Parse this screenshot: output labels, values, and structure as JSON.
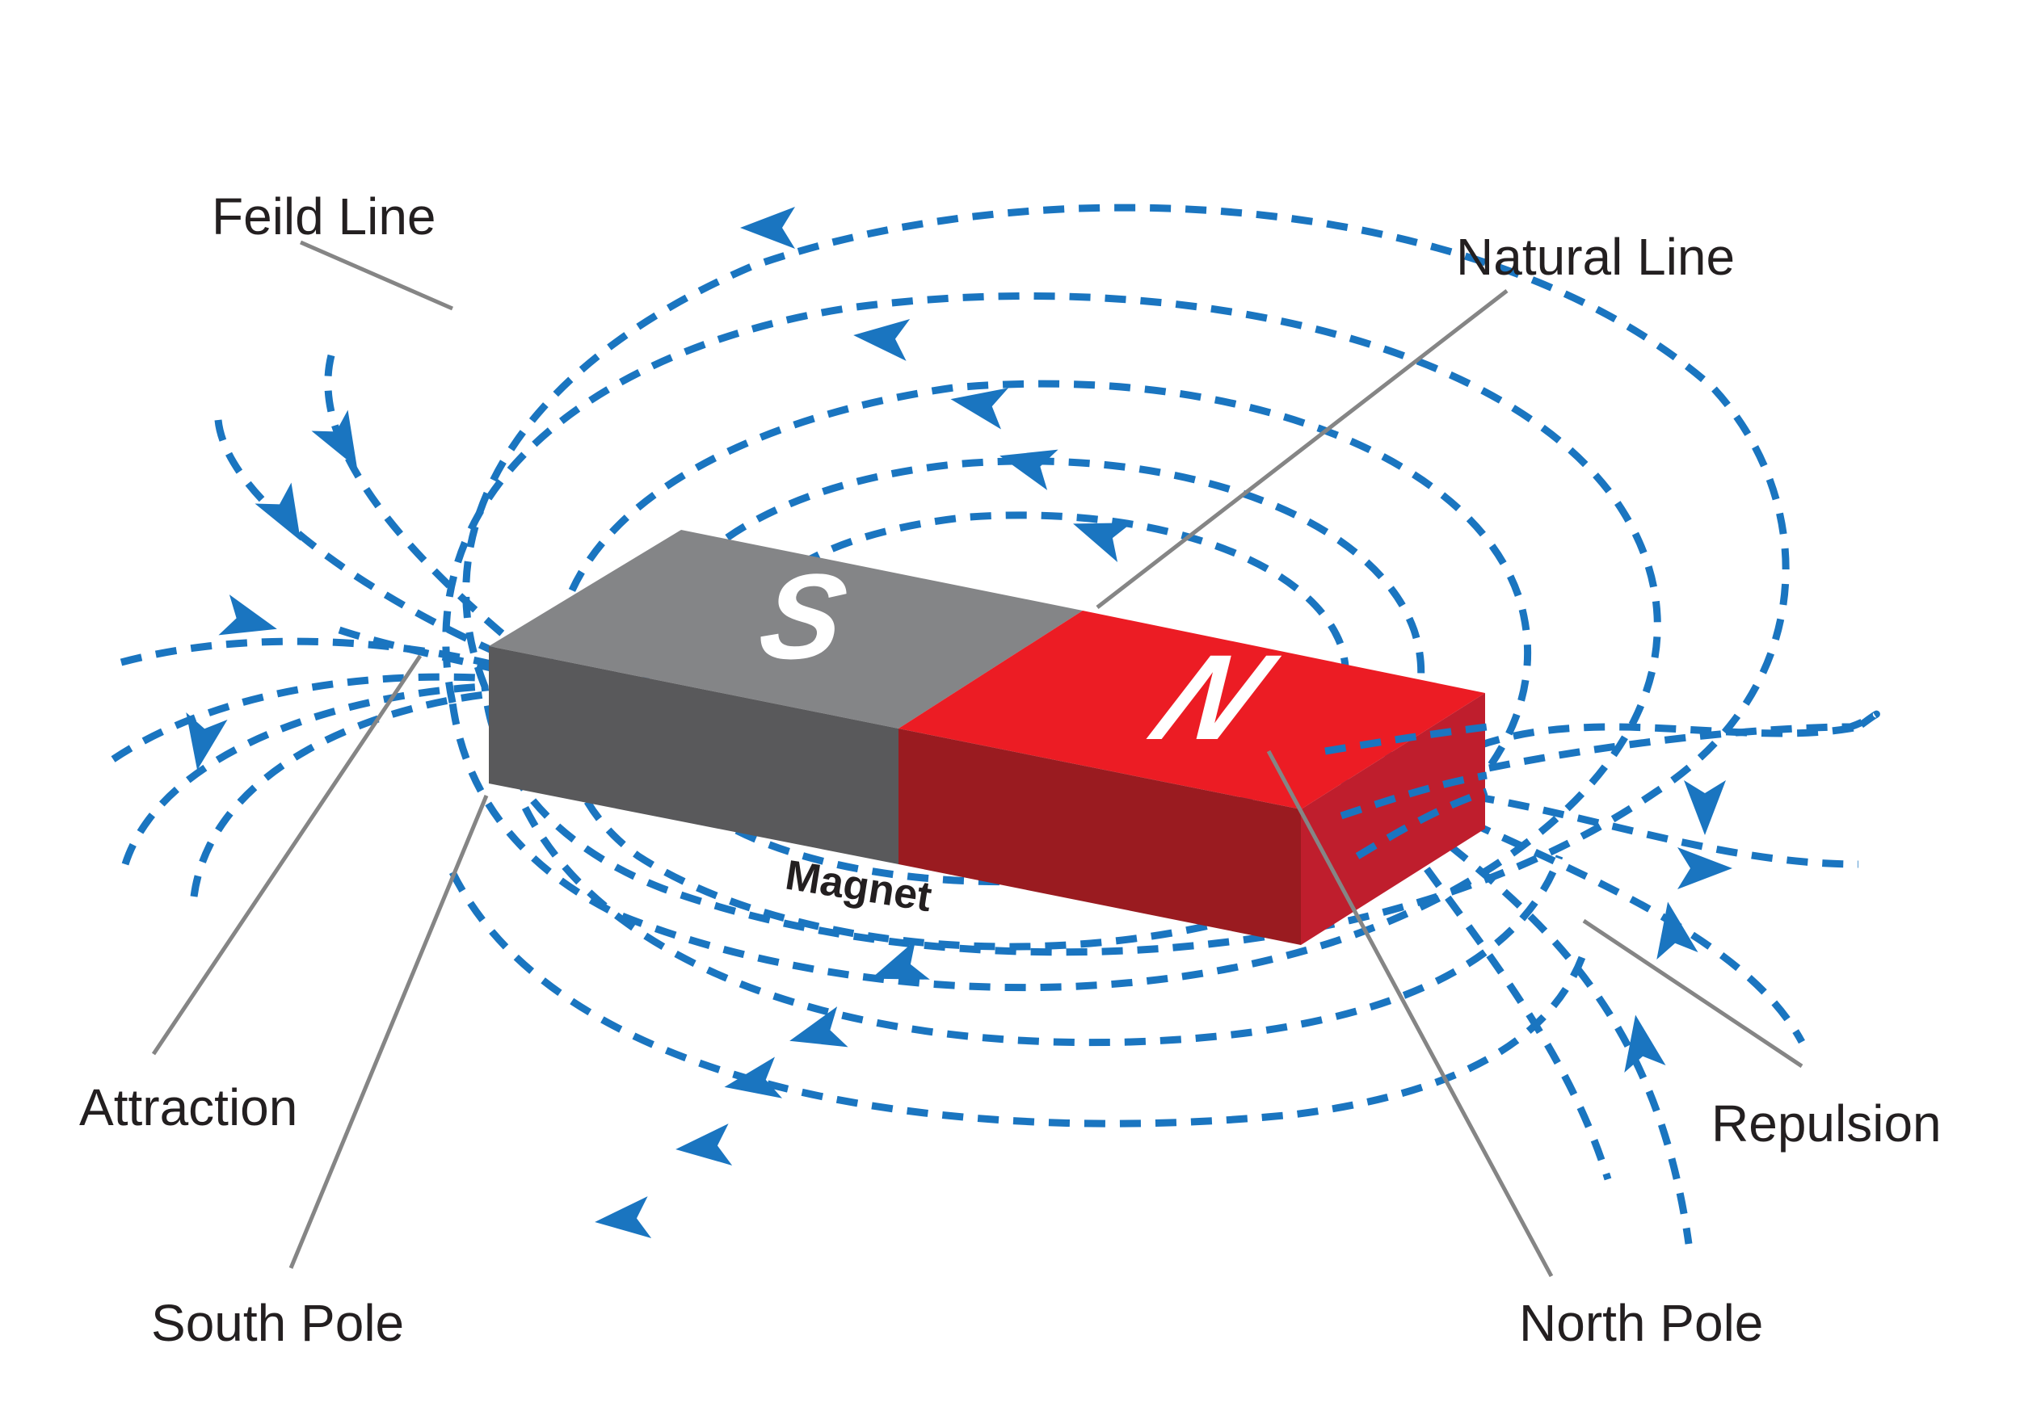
{
  "labels": {
    "field_line": "Feild Line",
    "natural_line": "Natural Line",
    "attraction": "Attraction",
    "south_pole": "South Pole",
    "north_pole": "North Pole",
    "repulsion": "Repulsion",
    "magnet": "Magnet"
  },
  "magnet": {
    "south_letter": "S",
    "north_letter": "N"
  },
  "colors": {
    "field_line": "#1a75c0",
    "leader_line": "#858585",
    "south_top": "#848587",
    "south_front": "#59595b",
    "north_top": "#ec1c24",
    "north_front": "#9a1b20",
    "north_end": "#bf1e2d",
    "text": "#231f20",
    "letter": "#ffffff"
  }
}
